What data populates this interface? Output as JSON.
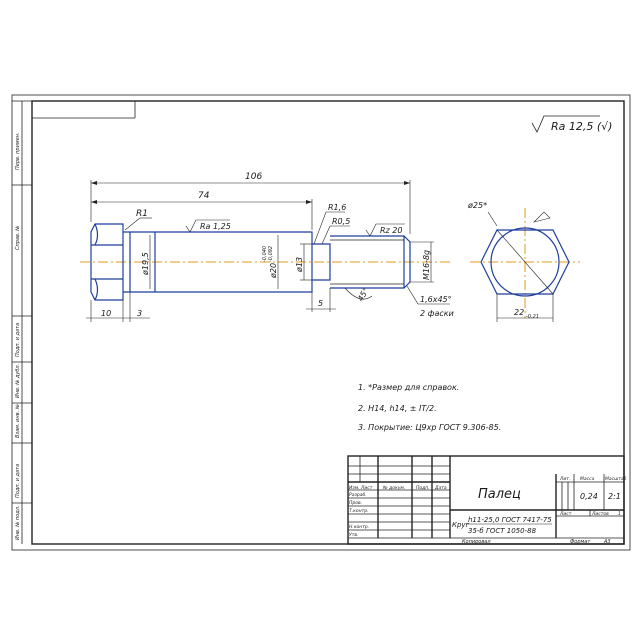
{
  "surface_finish": "Ra 12,5 (√)",
  "dimensions": {
    "overall_length": "106",
    "shank_length": "74",
    "fillet_radius": "R1",
    "shank_roughness": "Ra 1,25",
    "head_diameter": "ø19,5",
    "shank_diameter": "ø20",
    "shank_tol_upper": "-0,040",
    "shank_tol_lower": "-0,092",
    "groove_diameter": "ø13",
    "groove_radius": "R1,6",
    "groove_radius2": "R0,5",
    "thread_roughness": "Rz 20",
    "thread": "M16-8g",
    "head_height": "10",
    "head_offset": "3",
    "groove_width": "5",
    "chamfer_angle": "45°",
    "chamfer": "1,6x45°",
    "chamfer_note": "2 фаски",
    "across_corners": "ø25*",
    "across_flats": "22",
    "across_flats_tol": "-0,21"
  },
  "notes": [
    "1. *Размер для справок.",
    "2. Н14, h14, ± IT/2.",
    "3. Покрытие: Ц9хр ГОСТ 9.306-85."
  ],
  "left_strip": {
    "perv_primen": "Перв. примен.",
    "sprav_no": "Справ. №",
    "podp_data_1": "Подп. и дата",
    "inv_dubl": "Инв. № дубл.",
    "vzam_inv": "Взам. инв. №",
    "podp_data_2": "Подп. и дата",
    "inv_podl": "Инв. № подл."
  },
  "title_block": {
    "name": "Палец",
    "material_prefix": "Круг",
    "material_line1": "h11-25,0 ГОСТ 7417-75",
    "material_line2": "35-б ГОСТ 1050-88",
    "col_izm": "Изм.",
    "col_list": "Лист",
    "col_docno": "№ докум.",
    "col_podp": "Подп.",
    "col_data": "Дата",
    "razrab": "Разраб.",
    "prov": "Пров.",
    "tkontr": "Т.контр.",
    "nkontr": "Н.контр.",
    "utv": "Утв.",
    "lit_label": "Лит.",
    "massa_label": "Масса",
    "masshtab_label": "Масштаб",
    "massa": "0,24",
    "masshtab": "2:1",
    "sheet_label": "Лист",
    "sheets_label": "Листов",
    "sheets_value": "1",
    "kopiroval": "Копировал",
    "format": "Формат",
    "format_value": "A3"
  }
}
